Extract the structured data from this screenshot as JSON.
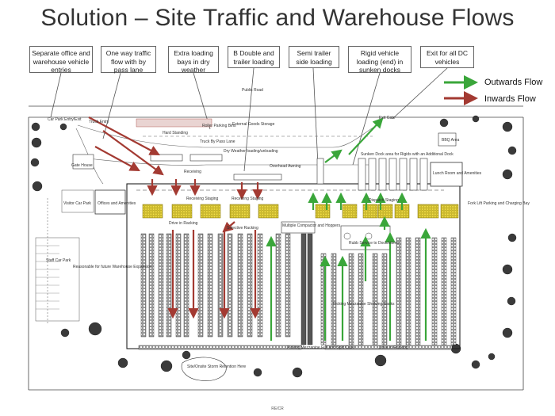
{
  "title": "Solution – Site Traffic and Warehouse Flows",
  "callouts": [
    "Separate office and warehouse vehicle entries",
    "One way traffic flow with by pass lane",
    "Extra loading bays in dry weather",
    "B Double and trailer loading",
    "Semi trailer side loading",
    "Rigid vehicle loading (end) in sunken docks",
    "Exit for all DC vehicles"
  ],
  "legend": {
    "outwards": "Outwards Flow",
    "inwards": "Inwards Flow",
    "outwards_color": "#3aa63a",
    "inwards_color": "#a33a32"
  },
  "plan_labels": {
    "public_road": "Public Road",
    "car_park_entry": "Car Park Entry/Exit",
    "truck_entry": "Truck Entry",
    "hard_standing": "Hard Standing",
    "roller_parking": "Roller Parking Bins",
    "external_staging": "External Goods Storage",
    "truck_bypass": "Truck By Pass Lane",
    "dry_weather_loading": "Dry Weather loading/unloading",
    "gatehouse": "Gate House",
    "receiving": "Receiving",
    "overhead_awning": "Overhead Awning",
    "receiving_staging_left": "Receiving Staging",
    "receiving_staging_right": "Receiving Staging",
    "dispatch_staging": "Dispatch Staging",
    "visitor_car_park": "Visitor Car Park",
    "offices_amenities": "Offices and Amenities",
    "drive_in_racking": "Drive in Racking",
    "narrow_aisle_racking": "Selective Racking",
    "staff_car_park": "Staff Car Park",
    "future_expansion": "Reasonable for future Warehouse Expansion",
    "multiple_compactor": "Multiple Compactor and Hoppers",
    "rubb_pick": "Rubb Service to Dock/stores",
    "sunken_dock": "Sunken Dock area for Rigids with an Additional Dock",
    "exit_gate": "Exit Gate",
    "bbq_area": "BBQ Area",
    "lunch_room": "Lunch Room and Amenities",
    "fork_lift": "Fork Lift Parking and Charging Bay",
    "picking_mezz": "Picking Mezzanine Full and Split Case",
    "shelving": "Picking Mezzanine Shelving Racks",
    "drive_in_racking_right": "Drive in Racking",
    "site_detention": "Site/Onsite Storm Retention Here"
  },
  "footer": "RE/CR"
}
